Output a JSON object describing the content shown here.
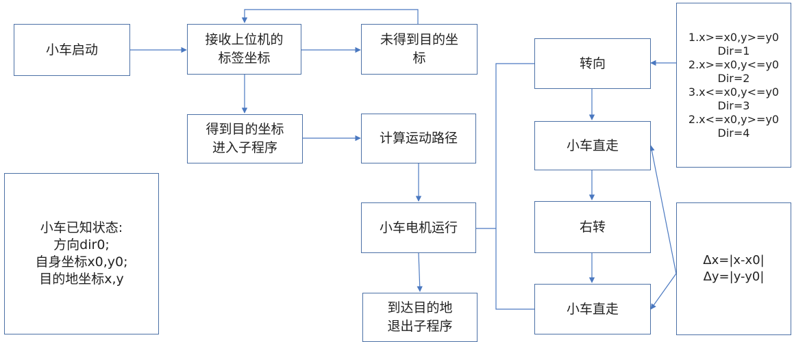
{
  "nodes": {
    "start": [
      "小车启动"
    ],
    "receive": [
      "接收上位机的",
      "标签坐标"
    ],
    "not_received": [
      "未得到目的坐",
      "标"
    ],
    "got_target": [
      "得到目的坐标",
      "进入子程序"
    ],
    "calc_path": [
      "计算运动路径"
    ],
    "motor_run": [
      "小车电机运行"
    ],
    "arrive": [
      "到达目的地",
      "退出子程序"
    ],
    "turn": [
      "转向"
    ],
    "straight1": [
      "小车直走"
    ],
    "right_turn": [
      "右转"
    ],
    "straight2": [
      "小车直走"
    ]
  },
  "dir_rules": [
    "1.x>=x0,y>=y0",
    "Dir=1",
    "2.x>=x0,y<=y0",
    "Dir=2",
    "3.x<=x0,y<=y0",
    "Dir=3",
    "2.x<=x0,y>=y0",
    "Dir=4"
  ],
  "delta": [
    "Δx=|x-x0|",
    "Δy=|y-y0|"
  ],
  "known_state": [
    "小车已知状态:",
    "方向dir0;",
    "自身坐标x0,y0;",
    "目的地坐标x,y"
  ]
}
